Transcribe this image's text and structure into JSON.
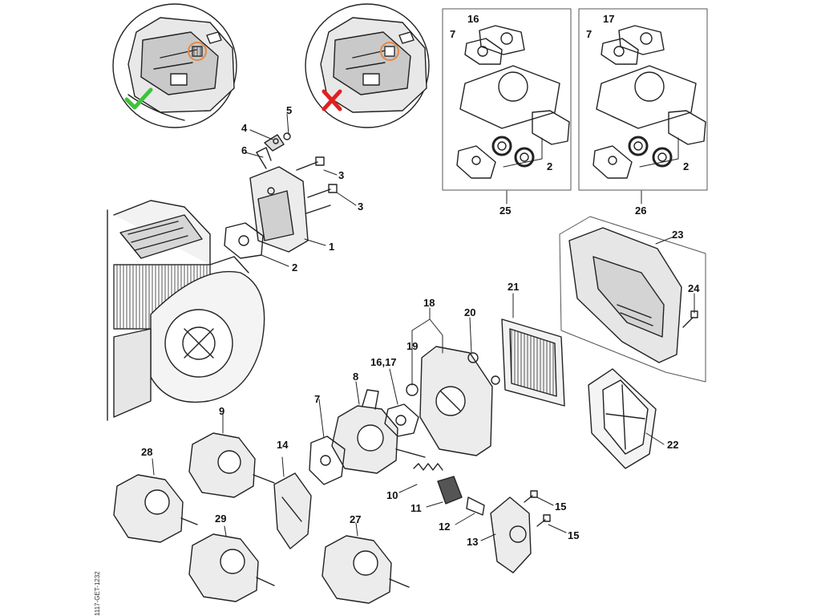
{
  "callouts": {
    "c1": "1",
    "c2a": "2",
    "c2b": "2",
    "c2c": "2",
    "c3a": "3",
    "c3b": "3",
    "c4": "4",
    "c5": "5",
    "c6": "6",
    "c7a": "7",
    "c7b": "7",
    "c7c": "7",
    "c8": "8",
    "c9": "9",
    "c10": "10",
    "c11": "11",
    "c12": "12",
    "c13": "13",
    "c14": "14",
    "c15a": "15",
    "c15b": "15",
    "c16a": "16",
    "c1617": "16,17",
    "c17a": "17",
    "c18": "18",
    "c19": "19",
    "c20": "20",
    "c21": "21",
    "c22": "22",
    "c23": "23",
    "c24": "24",
    "c25": "25",
    "c26": "26",
    "c27": "27",
    "c28": "28",
    "c29": "29"
  },
  "reference": "1117-GET-1232",
  "indicators": {
    "ok_color": "#3cc43c",
    "bad_color": "#e02020",
    "ring_color": "#e08a4a"
  }
}
